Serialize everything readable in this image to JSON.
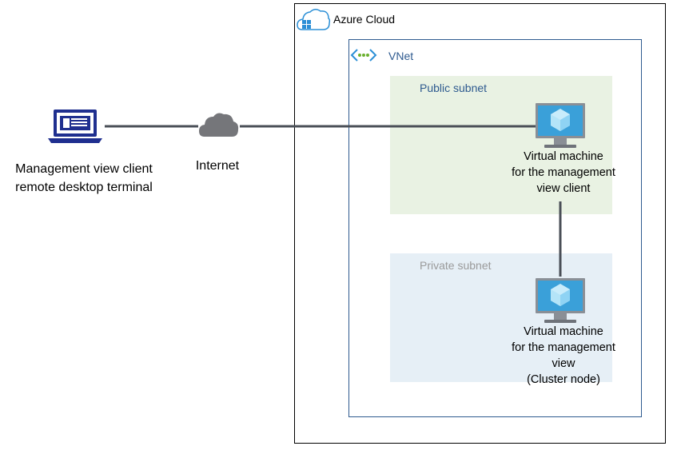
{
  "azure": {
    "label": "Azure Cloud",
    "icon": "azure-cloud-icon"
  },
  "vnet": {
    "label": "VNet",
    "icon": "vnet-icon"
  },
  "subnets": {
    "public": {
      "label": "Public subnet"
    },
    "private": {
      "label": "Private subnet"
    }
  },
  "management_client": {
    "lines": [
      "Management view client",
      "remote desktop terminal"
    ],
    "icon": "laptop-icon"
  },
  "internet": {
    "label": "Internet",
    "icon": "cloud-icon"
  },
  "vm_client": {
    "lines": [
      "Virtual machine",
      "for the management",
      "view client"
    ],
    "icon": "virtual-machine-icon"
  },
  "vm_view": {
    "lines": [
      "Virtual machine",
      "for the management",
      "view",
      "(Cluster node)"
    ],
    "icon": "virtual-machine-icon"
  },
  "colors": {
    "vnet_border": "#2e5a8f",
    "public_subnet_fill": "#e9f2e3",
    "private_subnet_fill": "#e6eff6",
    "connector": "#4a4f57",
    "laptop": "#1f2f8f",
    "vm_screen": "#3aa0d9"
  }
}
